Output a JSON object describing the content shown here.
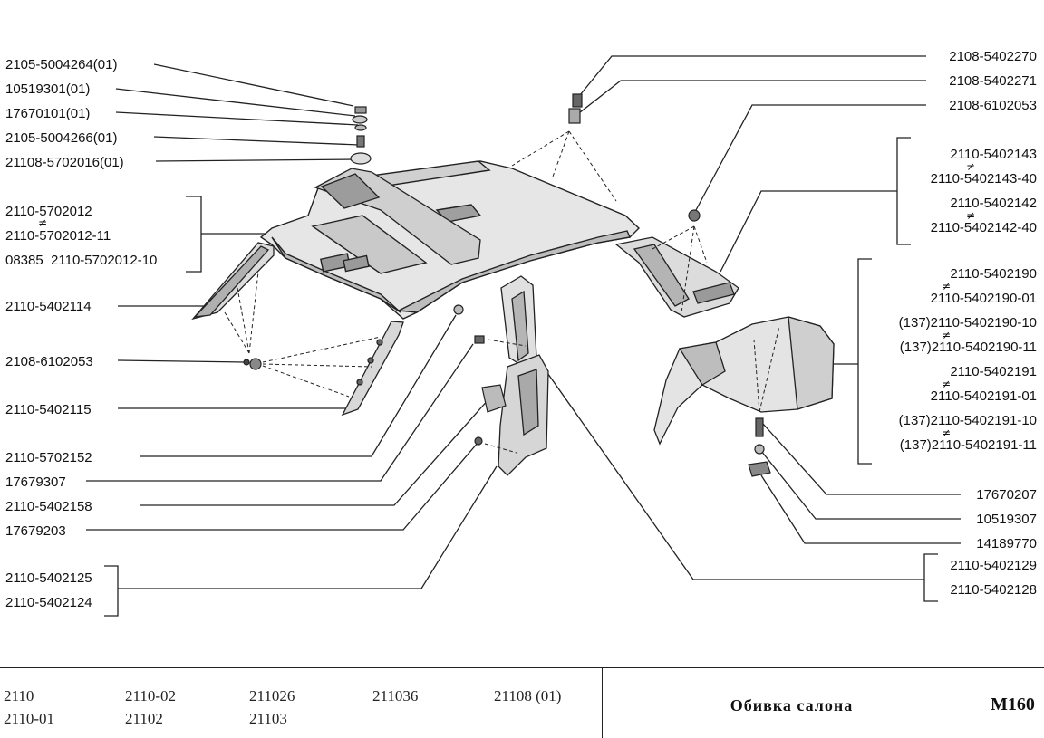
{
  "labels": {
    "l1": "2105-5004264(01)",
    "l2": "10519301(01)",
    "l3": "17670101(01)",
    "l4": "2105-5004266(01)",
    "l5": "21108-5702016(01)",
    "l6": "2110-5702012",
    "l7": "2110-5702012-11",
    "l8": "08385  2110-5702012-10",
    "l9": "2110-5402114",
    "l10": "2108-6102053",
    "l11": "2110-5402115",
    "l12": "2110-5702152",
    "l13": "17679307",
    "l14": "2110-5402158",
    "l15": "17679203",
    "l16": "2110-5402125",
    "l17": "2110-5402124",
    "r1": "2108-5402270",
    "r2": "2108-5402271",
    "r3": "2108-6102053",
    "r4": "2110-5402143",
    "r5": "2110-5402143-40",
    "r6": "2110-5402142",
    "r7": "2110-5402142-40",
    "r8": "2110-5402190",
    "r9": "2110-5402190-01",
    "r10": "(137)2110-5402190-10",
    "r11": "(137)2110-5402190-11",
    "r12": "2110-5402191",
    "r13": "2110-5402191-01",
    "r14": "(137)2110-5402191-10",
    "r15": "(137)2110-5402191-11",
    "r16": "17670207",
    "r17": "10519307",
    "r18": "14189770",
    "r19": "2110-5402129",
    "r20": "2110-5402128"
  },
  "neq_symbol": "≠",
  "footer": {
    "models": [
      "2110",
      "2110-02",
      "211026",
      "211036",
      "21108 (01)",
      "2110-01",
      "21102",
      "21103"
    ],
    "title": "Обивка салона",
    "code": "M160"
  }
}
